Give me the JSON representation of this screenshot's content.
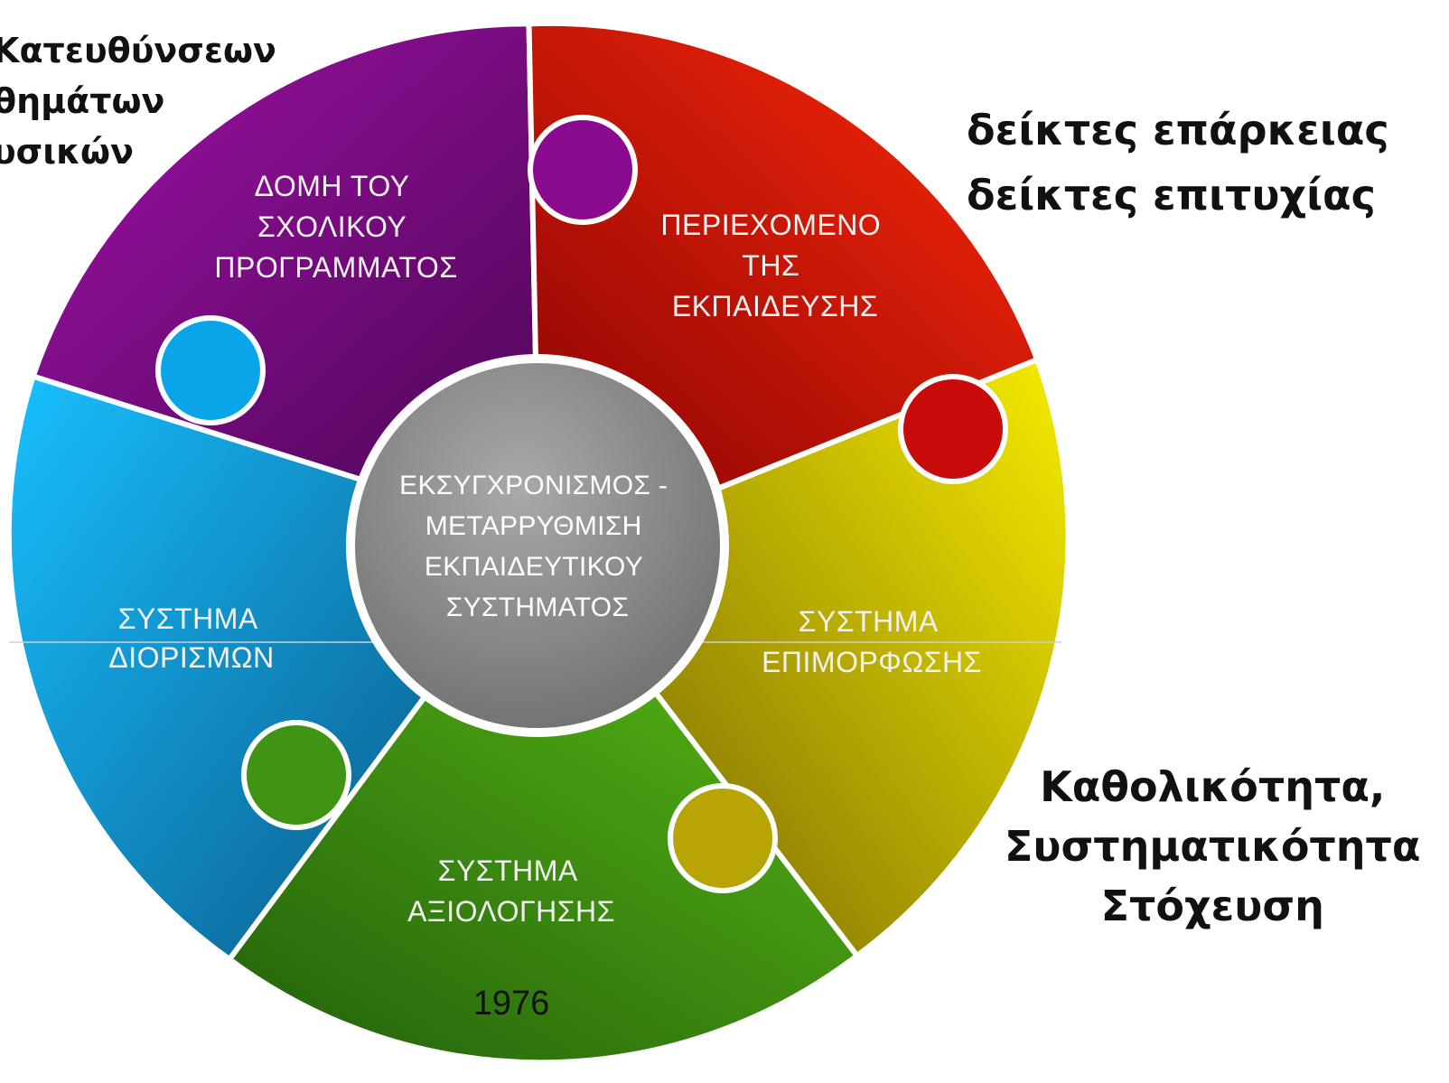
{
  "colors": {
    "structure": "#8a0b8f",
    "content": "#e00d0d",
    "training": "#d8c800",
    "evaluation": "#3f9414",
    "appointments": "#0aa5e8",
    "center": "#8f8f8f"
  },
  "top_left_text": [
    "Κατευθύνσεων",
    "θημάτων",
    "υσικών"
  ],
  "top_right_text": [
    "δείκτες επάρκειας",
    "δείκτες επιτυχίας"
  ],
  "bottom_right_text": [
    "Καθολικότητα,",
    "Συστηματικότητα",
    "Στόχευση"
  ],
  "pieces": {
    "structure": {
      "icon": "puzzle-piece",
      "lines": [
        "ΔΟΜΗ ΤΟΥ",
        "ΣΧΟΛΙΚΟΥ",
        "ΠΡΟΓΡΑΜΜΑΤΟΣ"
      ]
    },
    "content": {
      "icon": "puzzle-piece",
      "lines": [
        "ΠΕΡΙΕΧΟΜΕΝΟ",
        "ΤΗΣ",
        "ΕΚΠΑΙΔΕΥΣΗΣ"
      ]
    },
    "training": {
      "icon": "puzzle-piece",
      "lines": [
        "ΣΥΣΤΗΜΑ",
        "ΕΠΙΜΟΡΦΩΣΗΣ"
      ]
    },
    "evaluation": {
      "icon": "puzzle-piece",
      "lines": [
        "ΣΥΣΤΗΜΑ",
        "ΑΞΙΟΛΟΓΗΣΗΣ"
      ]
    },
    "appointments": {
      "icon": "puzzle-piece",
      "lines": [
        "ΣΥΣΤΗΜΑ",
        "ΔΙΟΡΙΣΜΩΝ"
      ]
    }
  },
  "center": {
    "lines": [
      "ΕΚΣΥΓΧΡΟΝΙΣΜΟΣ -",
      "ΜΕΤΑΡΡΥΘΜΙΣΗ",
      "ΕΚΠΑΙΔΕΥΤΙΚΟΥ",
      "ΣΥΣΤΗΜΑΤΟΣ"
    ]
  },
  "year": "1976"
}
